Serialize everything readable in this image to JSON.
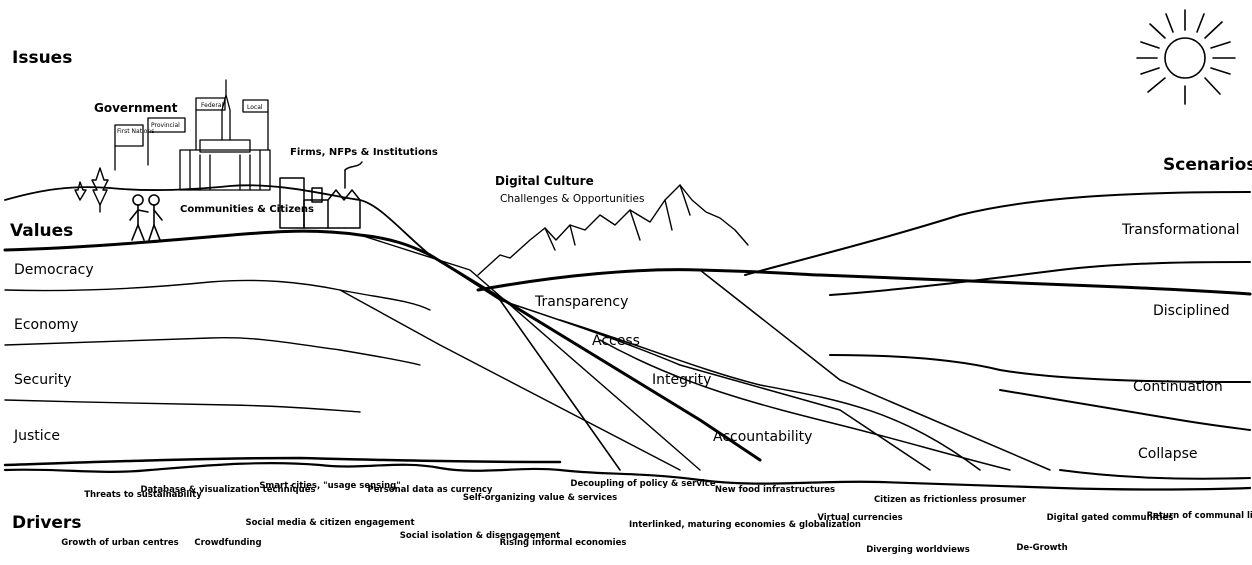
{
  "headings": {
    "issues": "Issues",
    "values": "Values",
    "drivers": "Drivers",
    "scenarios": "Scenarios"
  },
  "landmarks": {
    "government": "Government",
    "flags": {
      "federal": "Federal",
      "local": "Local",
      "provincial": "Provincial",
      "first_nations": "First Nations"
    },
    "firms": "Firms, NFPs & Institutions",
    "communities": "Communities & Citizens",
    "digital_culture": "Digital Culture",
    "challenges": "Challenges & Opportunities"
  },
  "values": [
    "Democracy",
    "Economy",
    "Security",
    "Justice"
  ],
  "principles": [
    "Transparency",
    "Access",
    "Integrity",
    "Accountability"
  ],
  "scenarios": [
    "Transformational",
    "Disciplined",
    "Continuation",
    "Collapse"
  ],
  "drivers": [
    "Threats to sustainability",
    "Growth of urban centres",
    "Database & visualization techniques",
    "Crowdfunding",
    "Smart cities, \"usage sensing\"",
    "Social media & citizen engagement",
    "Personal data as currency",
    "Social isolation & disengagement",
    "Self-organizing value & services",
    "Rising informal economies",
    "Decoupling of policy & service",
    "New food infrastructures",
    "Interlinked, maturing economies & globalization",
    "Virtual currencies",
    "Citizen as frictionless prosumer",
    "Diverging worldviews",
    "De-Growth",
    "Digital gated communities",
    "Return of communal living"
  ],
  "icons": [
    "sun-icon",
    "people-icon",
    "trees-icon",
    "parliament-icon",
    "factory-icon",
    "mountains-icon"
  ]
}
